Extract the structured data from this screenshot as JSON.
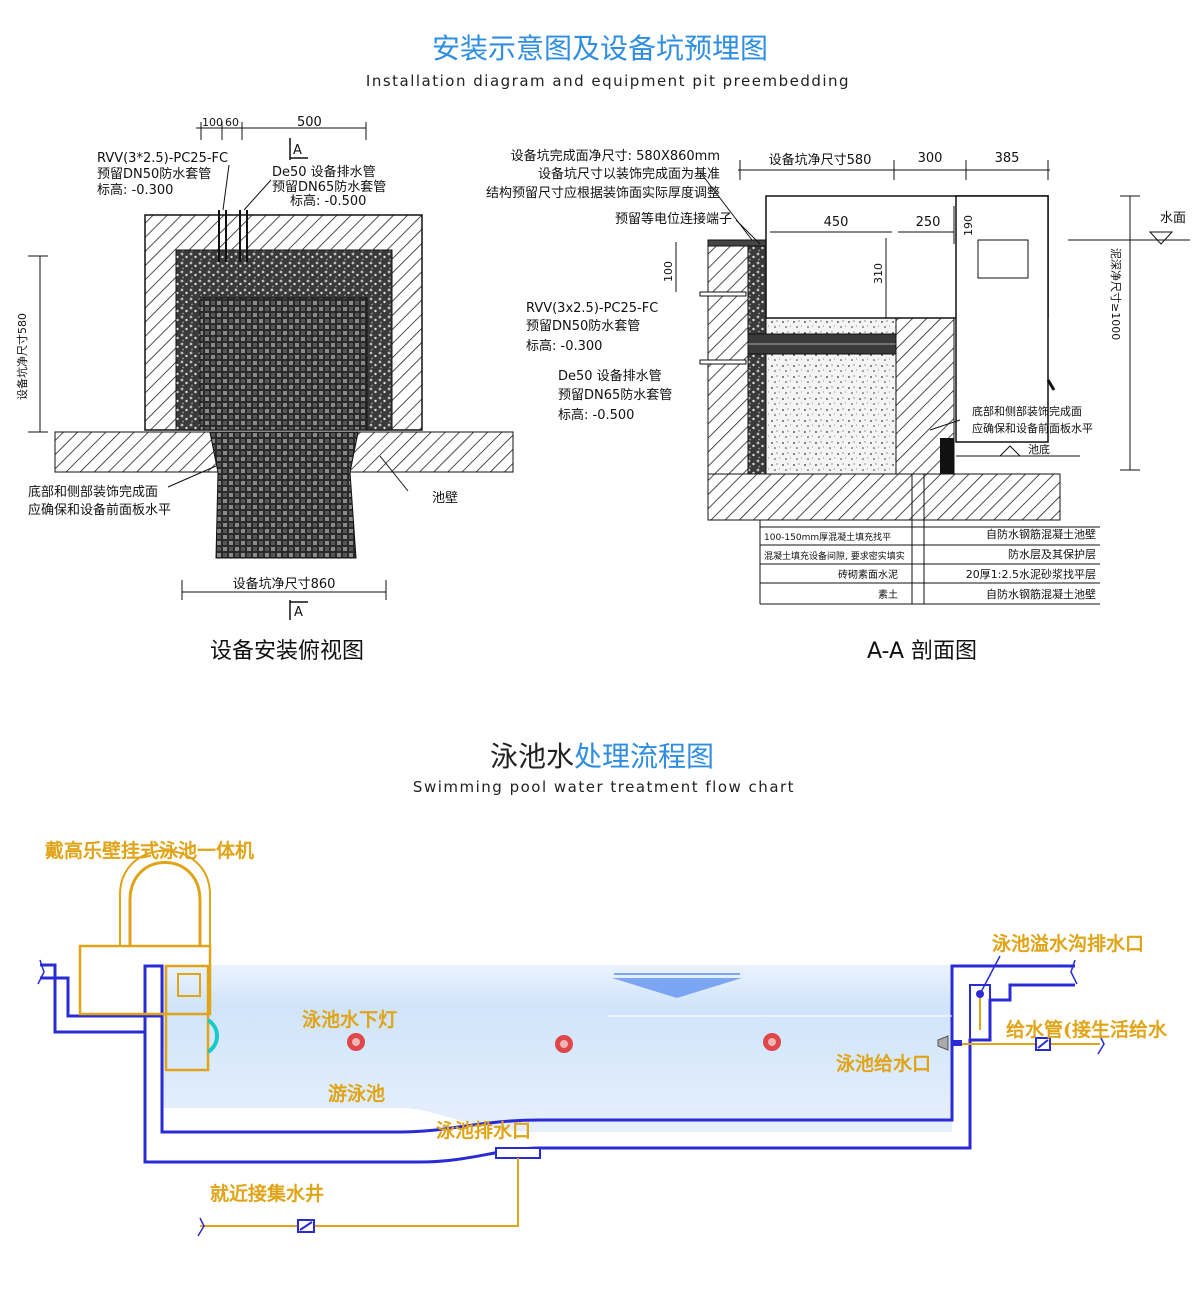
{
  "section1": {
    "title": "安装示意图及设备坑预埋图",
    "subtitle": "Installation diagram and equipment pit preembedding"
  },
  "top_view": {
    "dim_100": "100",
    "dim_60": "60",
    "dim_500": "500",
    "section_marker": "A",
    "rvv_line1": "RVV(3*2.5)-PC25-FC",
    "rvv_line2": "预留DN50防水套管",
    "rvv_line3": "标高: -0.300",
    "de50_line1": "De50 设备排水管",
    "de50_line2": "预留DN65防水套管",
    "de50_line3": "标高: -0.500",
    "left_dim": "设备坑净尺寸580",
    "finish_line1": "底部和侧部装饰完成面",
    "finish_line2": "应确保和设备前面板水平",
    "pool_wall": "池壁",
    "bottom_dim": "设备坑净尺寸860",
    "caption": "设备安装俯视图"
  },
  "section_view": {
    "note1": "设备坑完成面净尺寸: 580X860mm",
    "note2": "设备坑尺寸以装饰完成面为基准",
    "note3": "结构预留尺寸应根据装饰面实际厚度调整",
    "terminal": "预留等电位连接端子",
    "dim_580": "设备坑净尺寸580",
    "dim_300": "300",
    "dim_385": "385",
    "dim_450": "450",
    "dim_250": "250",
    "dim_190": "190",
    "dim_100": "100",
    "dim_310": "310",
    "water_surface": "水面",
    "depth_label": "泥深净尺寸≥1000",
    "rvv_line1": "RVV(3x2.5)-PC25-FC",
    "rvv_line2": "预留DN50防水套管",
    "rvv_line3": "标高: -0.300",
    "de50_line1": "De50 设备排水管",
    "de50_line2": "预留DN65防水套管",
    "de50_line3": "标高: -0.500",
    "finish_line1": "底部和侧部装饰完成面",
    "finish_line2": "应确保和设备前面板水平",
    "pool_bottom": "池底",
    "legend_left": [
      "100-150mm厚混凝土填充找平",
      "混凝土填充设备间隙, 要求密实填实",
      "砖砌素面水泥",
      "素土"
    ],
    "legend_right": [
      "自防水钢筋混凝土池壁",
      "防水层及其保护层",
      "20厚1:2.5水泥砂浆找平层",
      "自防水钢筋混凝土池壁"
    ],
    "caption": "A-A 剖面图"
  },
  "section2": {
    "title_part1": "泳池水",
    "title_part2": "处理流程图",
    "subtitle": "Swimming pool water treatment flow chart"
  },
  "flow": {
    "machine": "戴高乐壁挂式泳池一体机",
    "overflow": "泳池溢水沟排水口",
    "light": "泳池水下灯",
    "supply_pipe": "给水管(接生活给水",
    "inlet": "泳池给水口",
    "pool": "游泳池",
    "drain": "泳池排水口",
    "well": "就近接集水井"
  },
  "colors": {
    "title_blue": "#2f8ee0",
    "title_dark": "#222222",
    "pipe_blue": "#2b2bd6",
    "annot_orange": "#e0a418",
    "water": "#d6e8fb",
    "light_red": "#e02a2a"
  }
}
